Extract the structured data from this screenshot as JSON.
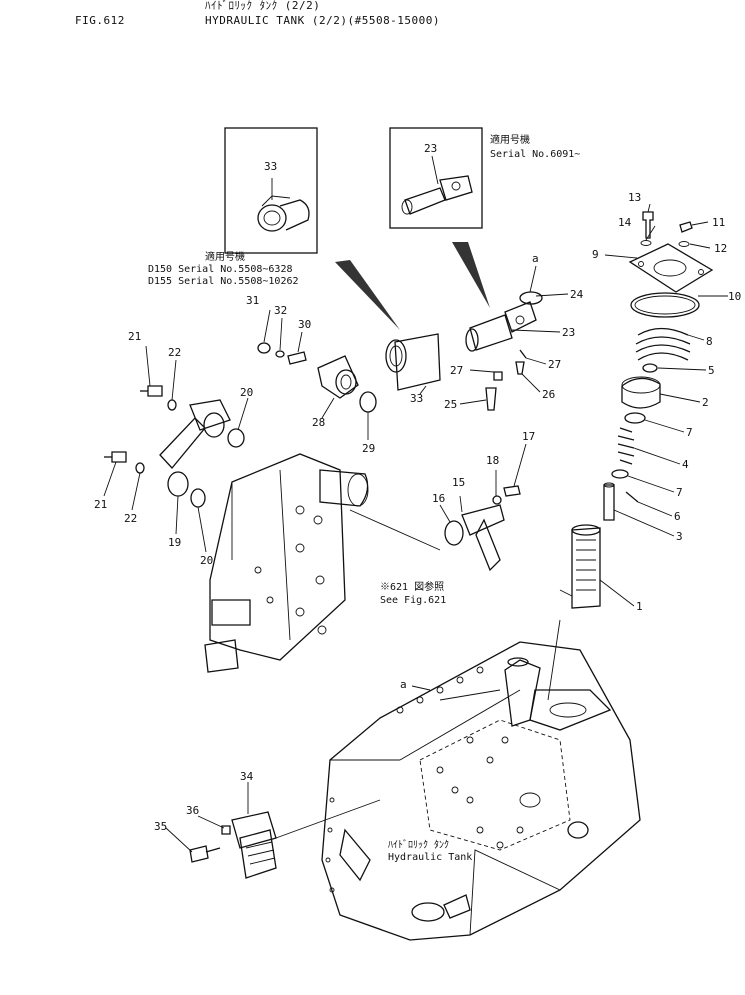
{
  "header": {
    "fig_no": "FIG.612",
    "title_jp": "ﾊｲﾄﾞﾛﾘｯｸ ﾀﾝｸ (2/2)",
    "title": "HYDRAULIC TANK (2/2)(#5508-15000)"
  },
  "notes": {
    "serial_jp_a": "適用号機",
    "serial_a": "Serial  No.6091~",
    "serial_jp_b": "適用号機",
    "serial_b1": "D150 Serial  No.5508~6328",
    "serial_b2": "D155 Serial  No.5508~10262",
    "ref_jp": "※621 図参照",
    "ref": "See  Fig.621",
    "tank_jp": "ﾊｲﾄﾞﾛﾘｯｸ ﾀﾝｸ",
    "tank": "Hydraulic  Tank",
    "point_a": "a",
    "point_a2": "a"
  },
  "callouts": {
    "c1": "1",
    "c2": "2",
    "c3": "3",
    "c4": "4",
    "c5": "5",
    "c6": "6",
    "c7a": "7",
    "c7b": "7",
    "c8": "8",
    "c9": "9",
    "c10": "10",
    "c11": "11",
    "c12": "12",
    "c13": "13",
    "c14": "14",
    "c15": "15",
    "c16": "16",
    "c17": "17",
    "c18": "18",
    "c19": "19",
    "c20a": "20",
    "c20b": "20",
    "c21a": "21",
    "c21b": "21",
    "c22a": "22",
    "c22b": "22",
    "c23a": "23",
    "c23b": "23",
    "c24": "24",
    "c25": "25",
    "c26": "26",
    "c27a": "27",
    "c27b": "27",
    "c28": "28",
    "c29": "29",
    "c30": "30",
    "c31": "31",
    "c32": "32",
    "c33a": "33",
    "c33b": "33",
    "c34": "34",
    "c35": "35",
    "c36": "36"
  }
}
